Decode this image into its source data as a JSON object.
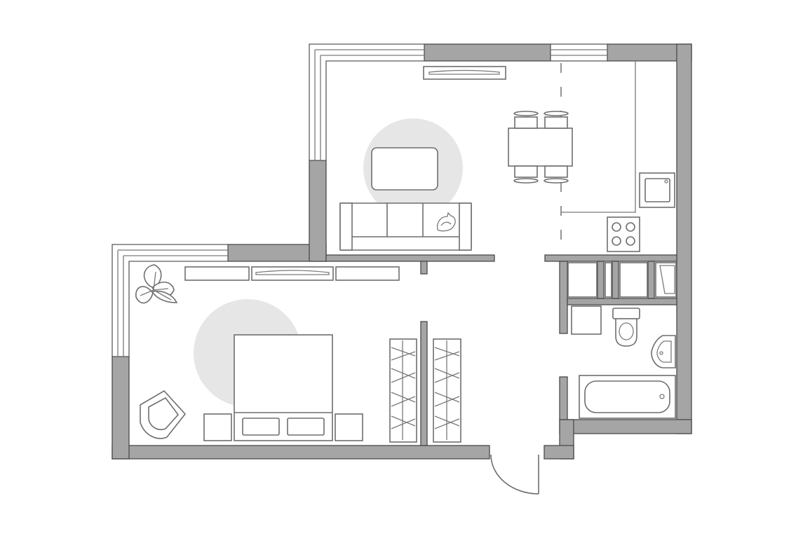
{
  "floor_plan": {
    "kind": "one-bedroom apartment floor plan",
    "rooms": [
      {
        "id": "living-room"
      },
      {
        "id": "kitchen"
      },
      {
        "id": "bedroom"
      },
      {
        "id": "hallway"
      },
      {
        "id": "bathroom"
      },
      {
        "id": "storage"
      }
    ],
    "colors": {
      "wall_fill": "#a5a5a5",
      "wall_stroke": "#4a4a4a",
      "line": "#6e6e6e",
      "rug": "#e6e6e6",
      "background": "#ffffff"
    },
    "icons": [
      "armchair-icon",
      "plant-icon",
      "cat-icon",
      "stove-icon",
      "sink-icon",
      "toilet-icon",
      "washbasin-icon",
      "bathtub-icon",
      "door-swing-icon"
    ]
  }
}
